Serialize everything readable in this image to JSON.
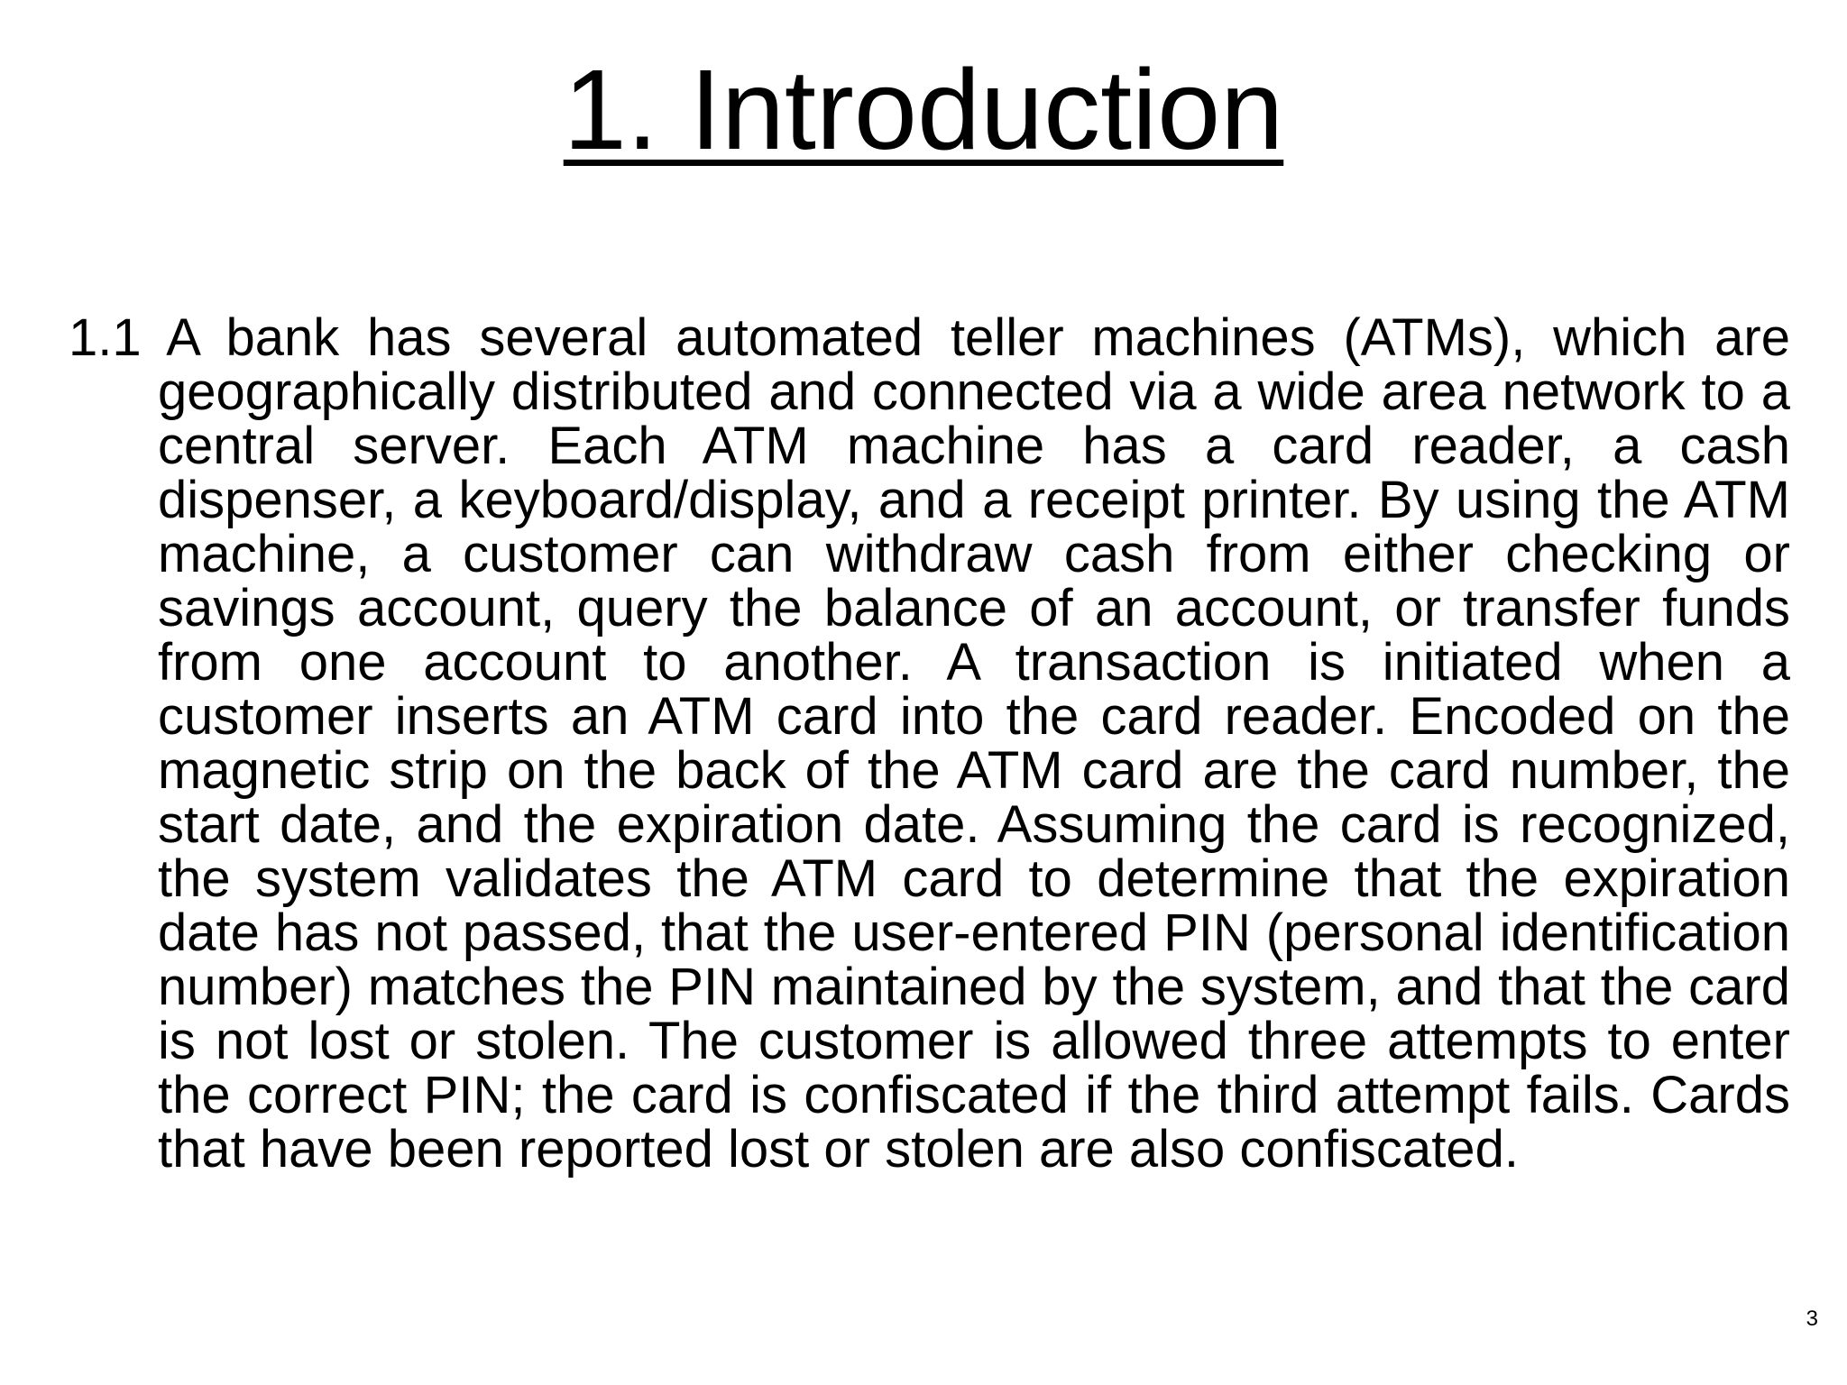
{
  "slide": {
    "title": "1. Introduction",
    "paragraph": "1.1 A bank has several automated teller machines (ATMs), which are geographically distributed and connected via a wide area network to a central server. Each ATM machine has a card reader, a cash dispenser, a keyboard/display, and a receipt printer. By using the ATM machine, a customer can withdraw cash from either checking or savings account, query the balance of an account, or transfer funds from one account to another. A transaction is initiated when a customer inserts an ATM card into the card reader. Encoded on the magnetic strip on the back of the ATM card are the card number, the start date, and the expiration date. Assuming the card is recognized, the system validates the ATM card to determine that the expiration date has not passed, that the user-entered PIN (personal identification number) matches the PIN maintained by the system, and that the card is not lost or stolen. The customer is allowed three attempts to enter the correct PIN; the card is confiscated if the third attempt fails. Cards that have been reported lost or stolen are also confiscated.",
    "page_number": "3"
  }
}
